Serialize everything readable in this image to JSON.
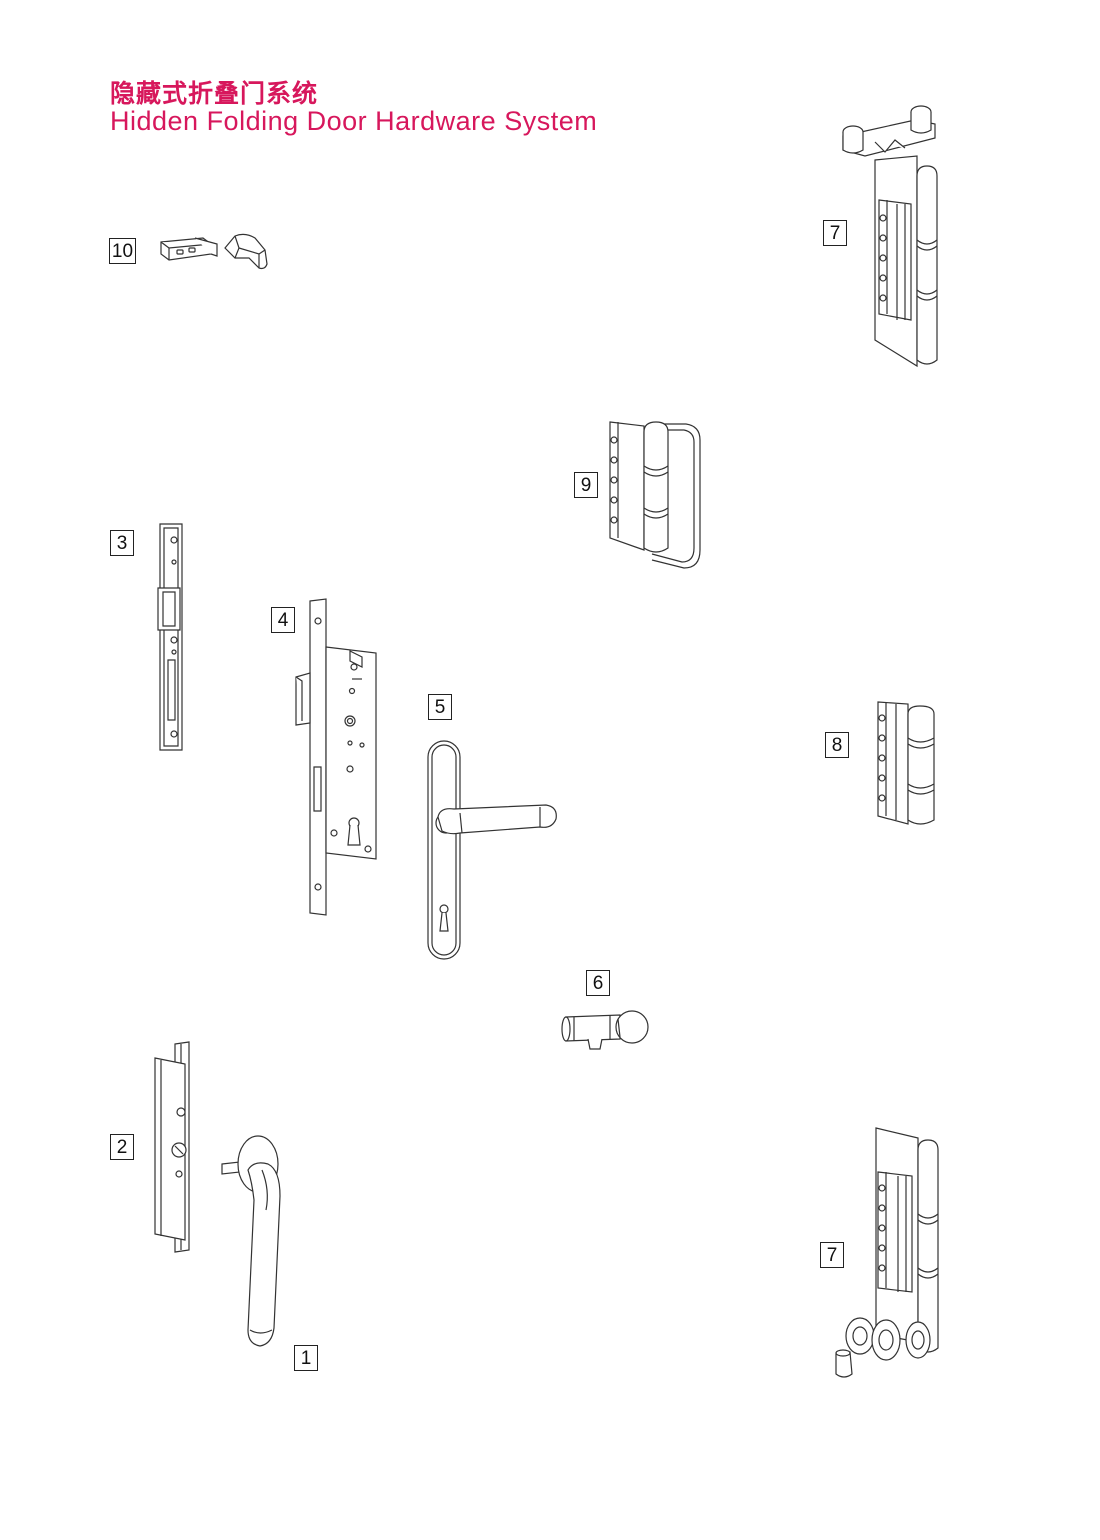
{
  "title": {
    "chinese": "隐藏式折叠门系统",
    "english": "Hidden Folding Door Hardware System"
  },
  "labels": {
    "l1": "1",
    "l2": "2",
    "l3": "3",
    "l4": "4",
    "l5": "5",
    "l6": "6",
    "l7_top": "7",
    "l7_bottom": "7",
    "l8": "8",
    "l9": "9",
    "l10": "10"
  },
  "colors": {
    "title": "#d7175c",
    "line": "#333333",
    "fill": "#ffffff",
    "shade": "#e6e6e6"
  }
}
